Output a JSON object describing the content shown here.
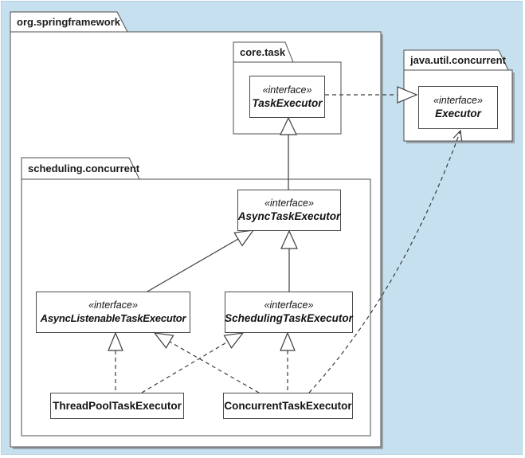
{
  "figure": {
    "type": "uml-class-diagram",
    "colors": {
      "background": "#c6e0f0",
      "panel_border": "#b7d2e2",
      "package_fill": "#ffffff",
      "line": "#3d3d3d",
      "shadow": "#9aa4ab"
    },
    "packages": {
      "org_springframework": {
        "label": "org.springframework"
      },
      "core_task": {
        "label": "core.task"
      },
      "java_util_concurrent": {
        "label": "java.util.concurrent"
      },
      "scheduling_concurrent": {
        "label": "scheduling.concurrent"
      }
    },
    "nodes": {
      "task_executor": {
        "stereotype": "«interface»",
        "name": "TaskExecutor"
      },
      "executor": {
        "stereotype": "«interface»",
        "name": "Executor"
      },
      "async_task_executor": {
        "stereotype": "«interface»",
        "name": "AsyncTaskExecutor"
      },
      "async_listenable_task_executor": {
        "stereotype": "«interface»",
        "name": "AsyncListenableTaskExecutor"
      },
      "scheduling_task_executor": {
        "stereotype": "«interface»",
        "name": "SchedulingTaskExecutor"
      },
      "thread_pool_task_executor": {
        "name": "ThreadPoolTaskExecutor"
      },
      "concurrent_task_executor": {
        "name": "ConcurrentTaskExecutor"
      }
    },
    "relationships": [
      {
        "from": "TaskExecutor",
        "to": "Executor",
        "type": "realization",
        "style": "dashed-hollow-triangle"
      },
      {
        "from": "AsyncTaskExecutor",
        "to": "TaskExecutor",
        "type": "generalization",
        "style": "solid-hollow-triangle"
      },
      {
        "from": "AsyncListenableTaskExecutor",
        "to": "AsyncTaskExecutor",
        "type": "generalization",
        "style": "solid-hollow-triangle"
      },
      {
        "from": "SchedulingTaskExecutor",
        "to": "AsyncTaskExecutor",
        "type": "generalization",
        "style": "solid-hollow-triangle"
      },
      {
        "from": "ThreadPoolTaskExecutor",
        "to": "AsyncListenableTaskExecutor",
        "type": "realization",
        "style": "dashed-hollow-triangle"
      },
      {
        "from": "ThreadPoolTaskExecutor",
        "to": "SchedulingTaskExecutor",
        "type": "realization",
        "style": "dashed-hollow-triangle"
      },
      {
        "from": "ConcurrentTaskExecutor",
        "to": "AsyncListenableTaskExecutor",
        "type": "realization",
        "style": "dashed-hollow-triangle"
      },
      {
        "from": "ConcurrentTaskExecutor",
        "to": "SchedulingTaskExecutor",
        "type": "realization",
        "style": "dashed-hollow-triangle"
      },
      {
        "from": "ConcurrentTaskExecutor",
        "to": "Executor",
        "type": "dependency",
        "style": "dashed-open-arrow"
      }
    ]
  }
}
